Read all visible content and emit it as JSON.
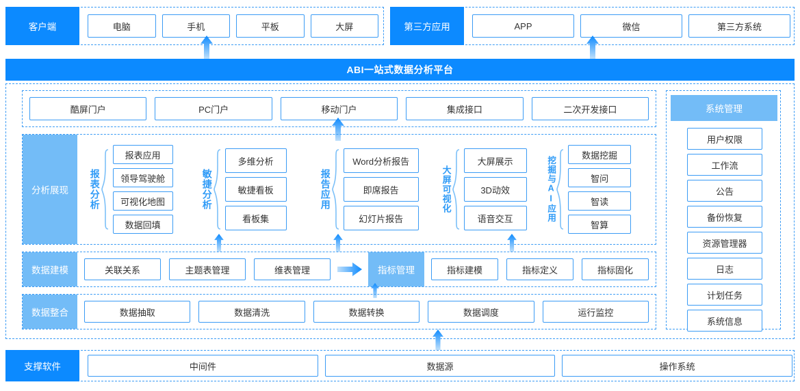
{
  "title_bar": {
    "text": "ABI一站式数据分析平台"
  },
  "client_row": {
    "label": "客户端",
    "items": [
      "电脑",
      "手机",
      "平板",
      "大屏"
    ]
  },
  "third_party_row": {
    "label": "第三方应用",
    "items": [
      "APP",
      "微信",
      "第三方系统"
    ]
  },
  "portal_row": {
    "items": [
      "酷屏门户",
      "PC门户",
      "移动门户",
      "集成接口",
      "二次开发接口"
    ]
  },
  "analysis_row": {
    "label": "分析展现",
    "groups": [
      {
        "label": "报表分析",
        "items": [
          "报表应用",
          "领导驾驶舱",
          "可视化地图",
          "数据回填"
        ]
      },
      {
        "label": "敏捷分析",
        "items": [
          "多维分析",
          "敏捷看板",
          "看板集"
        ]
      },
      {
        "label": "报告应用",
        "items": [
          "Word分析报告",
          "即席报告",
          "幻灯片报告"
        ]
      },
      {
        "label": "大屏可视化",
        "items": [
          "大屏展示",
          "3D动效",
          "语音交互"
        ]
      },
      {
        "label": "挖掘与AI应用",
        "items": [
          "数据挖掘",
          "智问",
          "智读",
          "智算"
        ]
      }
    ]
  },
  "model_row": {
    "label": "数据建模",
    "items": [
      "关联关系",
      "主题表管理",
      "维表管理"
    ],
    "metric_label": "指标管理",
    "metric_items": [
      "指标建模",
      "指标定义",
      "指标固化"
    ]
  },
  "integration_row": {
    "label": "数据整合",
    "items": [
      "数据抽取",
      "数据清洗",
      "数据转换",
      "数据调度",
      "运行监控"
    ]
  },
  "system_management": {
    "label": "系统管理",
    "items": [
      "用户权限",
      "工作流",
      "公告",
      "备份恢复",
      "资源管理器",
      "日志",
      "计划任务",
      "系统信息"
    ]
  },
  "support_row": {
    "label": "支撑软件",
    "items": [
      "中间件",
      "数据源",
      "操作系统"
    ]
  },
  "colors": {
    "primary_blue": "#0c8aff",
    "light_blue": "#73bcf7",
    "border_blue": "#3a9bf5",
    "text": "#333333"
  }
}
